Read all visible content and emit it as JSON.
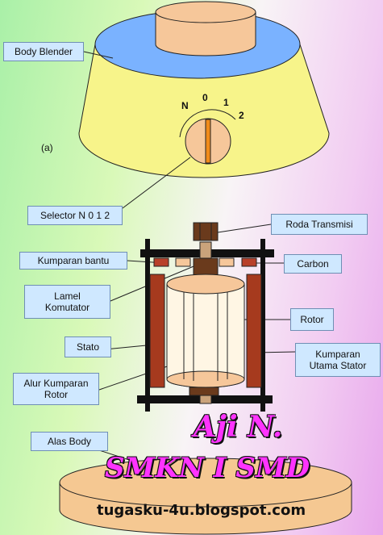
{
  "labels": {
    "body_blender": "Body Blender",
    "figure_tag": "(a)",
    "selector": "Selector N 0 1 2",
    "roda_transmisi": "Roda Transmisi",
    "kumparan_bantu": "Kumparan bantu",
    "carbon": "Carbon",
    "lamel_komutator": "Lamel\nKomutator",
    "rotor": "Rotor",
    "stato": "Stato",
    "kumparan_utama_stator": "Kumparan\nUtama Stator",
    "alur_kumparan_rotor": "Alur Kumparan\nRotor",
    "alas_body": "Alas Body"
  },
  "dial": {
    "n": "N",
    "zero": "0",
    "one": "1",
    "two": "2"
  },
  "watermark": {
    "name": "Aji N.",
    "school": "SMKN I SMD",
    "url": "tugasku-4u.blogspot.com"
  },
  "colors": {
    "blender_body": "#f7f48a",
    "blender_top": "#7ab2ff",
    "cap": "#f6c79a",
    "brown": "#a63a1e",
    "frame": "#111111",
    "label_fill": "#cfe8ff"
  }
}
